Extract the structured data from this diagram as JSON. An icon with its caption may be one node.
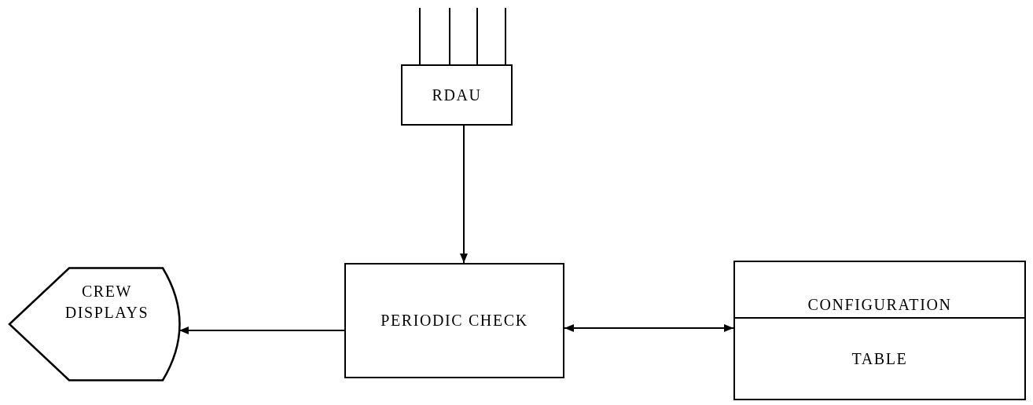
{
  "diagram": {
    "nodes": [
      {
        "text": [
          "RDAU"
        ]
      },
      {
        "text": [
          "PERIODIC CHECK"
        ]
      },
      {
        "text": [
          "CREW DISPLAYS"
        ]
      },
      {
        "text": [
          "CONFIGURATION",
          "TABLE"
        ]
      }
    ],
    "edges": [
      {
        "from": null,
        "to": 0,
        "arrow": "none"
      },
      {
        "from": null,
        "to": 0,
        "arrow": "none"
      },
      {
        "from": null,
        "to": 0,
        "arrow": "none"
      },
      {
        "from": null,
        "to": 0,
        "arrow": "none"
      },
      {
        "from": 0,
        "to": 1,
        "arrow": "to"
      },
      {
        "from": 1,
        "to": 2,
        "arrow": "to"
      },
      {
        "from": 1,
        "to": 3,
        "arrow": "both"
      }
    ]
  }
}
